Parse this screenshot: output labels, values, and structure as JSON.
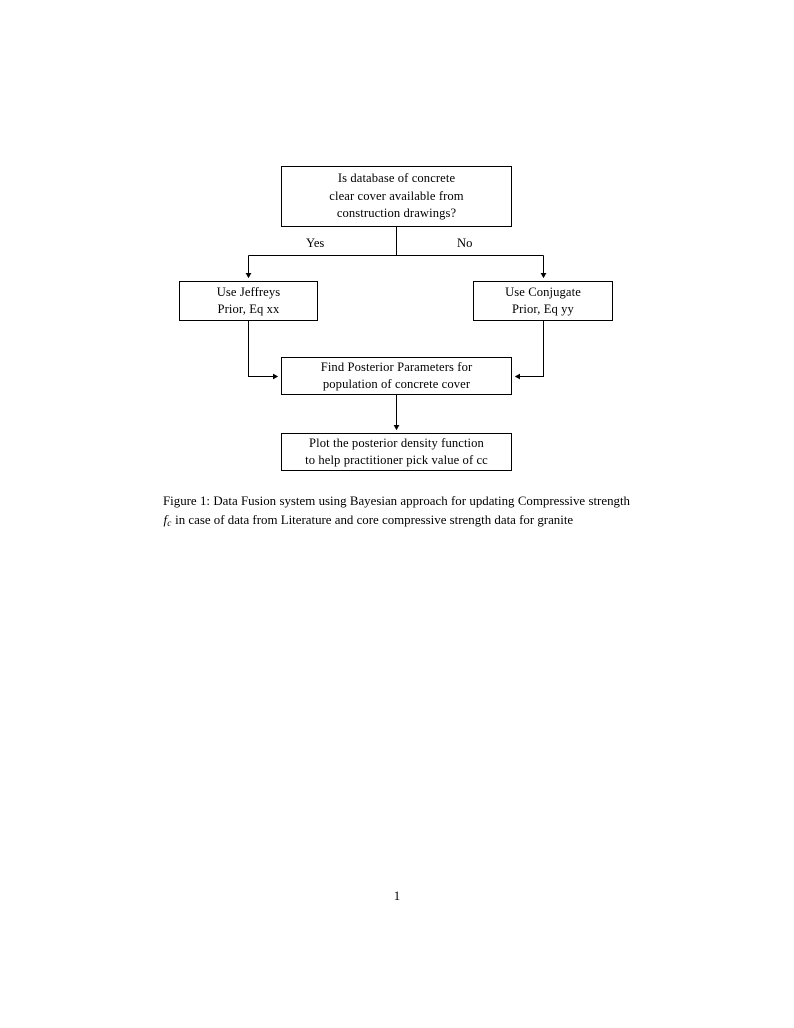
{
  "document": {
    "page_number": "1"
  },
  "figure": {
    "nodes": {
      "decision": {
        "name": "decision-database-available",
        "lines": [
          "Is database of concrete",
          "clear cover available from",
          "construction drawings?"
        ]
      },
      "jeffreys": {
        "name": "use-jeffreys-prior",
        "lines": [
          "Use Jeffreys",
          "Prior, Eq xx"
        ]
      },
      "conjugate": {
        "name": "use-conjugate-prior",
        "lines": [
          "Use Conjugate",
          "Prior, Eq yy"
        ]
      },
      "posterior": {
        "name": "find-posterior-parameters",
        "lines": [
          "Find Posterior Parameters for",
          "population of concrete cover"
        ]
      },
      "plot": {
        "name": "plot-posterior-density",
        "lines": [
          "Plot the posterior density function",
          "to help practitioner pick value of cc"
        ]
      }
    },
    "edge_labels": {
      "yes": "Yes",
      "no": "No"
    },
    "colors": {
      "stroke": "#000000",
      "fill": "#ffffff",
      "text": "#000000"
    }
  },
  "caption": {
    "label": "Figure 1:",
    "text_before_math": " Data Fusion system using Bayesian approach for updating Compressive strength ",
    "math_symbol": "f",
    "math_subscript": "c",
    "text_after_math": " in case of data from Literature and core compressive strength data for granite",
    "full_text": "Figure 1: Data Fusion system using Bayesian approach for updating Compressive strength f_c in case of data from Literature and core compressive strength data for granite"
  }
}
